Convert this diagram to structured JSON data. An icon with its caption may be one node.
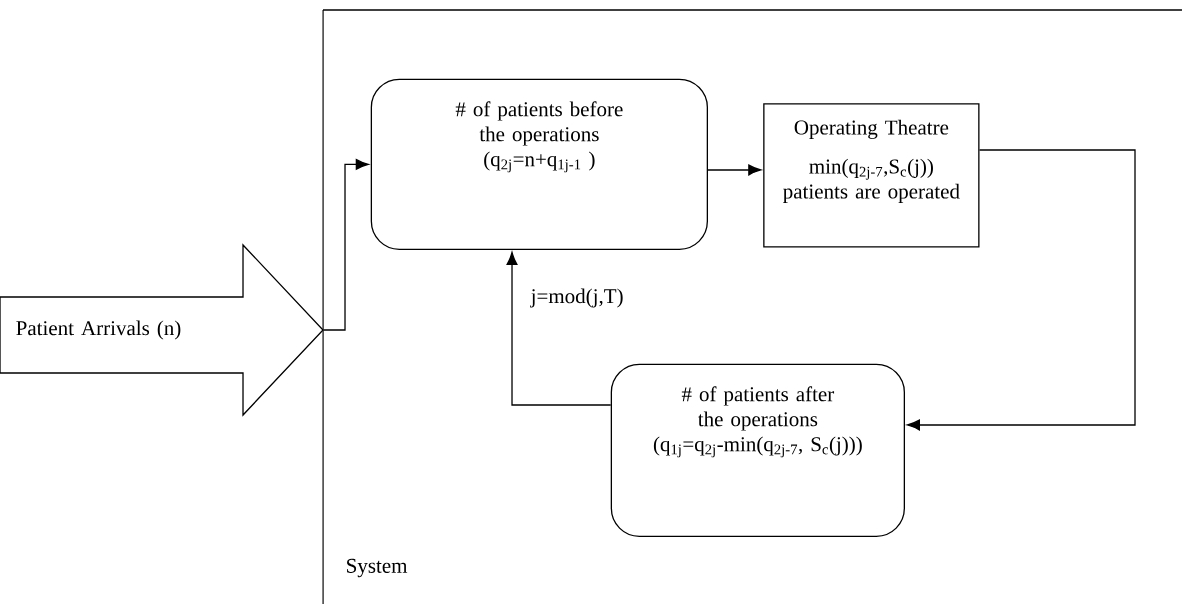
{
  "diagram": {
    "nodes": [
      {
        "text": [
          "System"
        ]
      },
      {
        "text": [
          "Patient Arrivals (n)"
        ]
      },
      {
        "text": [
          "# of patients before the operations",
          "(q$_{2j}$=n+q$_{1j-1}$ )"
        ],
        "in": 0
      },
      {
        "text": [
          "Operating Theatre",
          "min(q$_{2j-7}$,S$_{c}$(j)) patients are operated"
        ],
        "in": 0
      },
      {
        "text": [
          "# of patients after the operations",
          "(q$_{1j}$=q$_{2j}$-min(q$_{2j-7}$, S$_{c}$(j)))"
        ],
        "in": 0
      }
    ],
    "edges": [
      {
        "from": 1,
        "to": 2,
        "arrow": "to"
      },
      {
        "from": 2,
        "to": 3,
        "arrow": "to"
      },
      {
        "from": 3,
        "to": 4,
        "arrow": "to"
      },
      {
        "from": 4,
        "to": 2,
        "arrow": "to"
      }
    ],
    "labels": [
      "j=mod(j,T)"
    ]
  }
}
